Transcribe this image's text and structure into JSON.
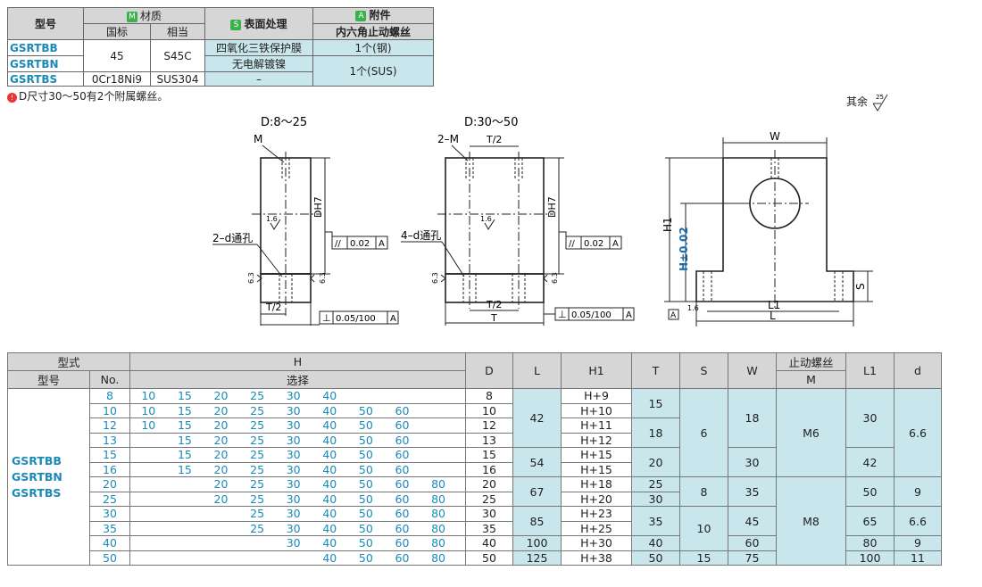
{
  "material_table": {
    "col_model": "型号",
    "material_badge": "M",
    "material_title": "材质",
    "std_label": "国标",
    "equiv_label": "相当",
    "surface_badge": "S",
    "surface_title": "表面处理",
    "accessory_badge": "A",
    "accessory_title": "附件",
    "accessory_sub": "内六角止动螺丝",
    "rows": [
      {
        "code": "GSRTBB",
        "surface": "四氧化三铁保护膜",
        "accessory": "1个(钢)"
      },
      {
        "code": "GSRTBN",
        "surface": "无电解镀镍",
        "accessory": "1个(SUS)"
      },
      {
        "code": "GSRTBS",
        "surface": "–",
        "std": "0Cr18Ni9",
        "equiv": "SUS304"
      }
    ],
    "shared_std": "45",
    "shared_equiv": "S45C"
  },
  "note": {
    "icon": "!",
    "text": "D尺寸30～50有2个附属螺丝。"
  },
  "surface_rest": {
    "label": "其余",
    "value": "25"
  },
  "drawing": {
    "view1_title": "D:8～25",
    "view2_title": "D:30～50",
    "m_label": "M",
    "m2_label": "2–M",
    "t2_label": "T/2",
    "t_label": "T",
    "dh7": "DH7",
    "hole2": "2–d通孔",
    "hole4": "4–d通孔",
    "rough16": "1.6",
    "rough63": "6.3",
    "tol_parallel": "0.02",
    "tol_perp": "0.05/100",
    "datum": "A",
    "w_label": "W",
    "h1_label": "H1",
    "h_label": "H±0.02",
    "s_label": "S",
    "l1_label": "L1",
    "l_label": "L"
  },
  "spec_table": {
    "header": {
      "type": "型式",
      "model": "型号",
      "no": "No.",
      "h": "H",
      "h_sub": "选择",
      "d": "D",
      "l": "L",
      "h1": "H1",
      "t": "T",
      "s": "S",
      "w": "W",
      "screw": "止动螺丝",
      "screw_m": "M",
      "l1": "L1",
      "dd": "d"
    },
    "models": [
      "GSRTBB",
      "GSRTBN",
      "GSRTBS"
    ],
    "rows": [
      {
        "no": "8",
        "h": [
          "10",
          "15",
          "20",
          "25",
          "30",
          "40",
          "",
          "",
          ""
        ],
        "d": "8",
        "h1": "H+9"
      },
      {
        "no": "10",
        "h": [
          "10",
          "15",
          "20",
          "25",
          "30",
          "40",
          "50",
          "60",
          ""
        ],
        "d": "10",
        "h1": "H+10"
      },
      {
        "no": "12",
        "h": [
          "10",
          "15",
          "20",
          "25",
          "30",
          "40",
          "50",
          "60",
          ""
        ],
        "d": "12",
        "h1": "H+11"
      },
      {
        "no": "13",
        "h": [
          "",
          "15",
          "20",
          "25",
          "30",
          "40",
          "50",
          "60",
          ""
        ],
        "d": "13",
        "h1": "H+12"
      },
      {
        "no": "15",
        "h": [
          "",
          "15",
          "20",
          "25",
          "30",
          "40",
          "50",
          "60",
          ""
        ],
        "d": "15",
        "h1": "H+15"
      },
      {
        "no": "16",
        "h": [
          "",
          "15",
          "20",
          "25",
          "30",
          "40",
          "50",
          "60",
          ""
        ],
        "d": "16",
        "h1": "H+15"
      },
      {
        "no": "20",
        "h": [
          "",
          "",
          "20",
          "25",
          "30",
          "40",
          "50",
          "60",
          "80"
        ],
        "d": "20",
        "h1": "H+18"
      },
      {
        "no": "25",
        "h": [
          "",
          "",
          "20",
          "25",
          "30",
          "40",
          "50",
          "60",
          "80"
        ],
        "d": "25",
        "h1": "H+20"
      },
      {
        "no": "30",
        "h": [
          "",
          "",
          "",
          "25",
          "30",
          "40",
          "50",
          "60",
          "80"
        ],
        "d": "30",
        "h1": "H+23"
      },
      {
        "no": "35",
        "h": [
          "",
          "",
          "",
          "25",
          "30",
          "40",
          "50",
          "60",
          "80"
        ],
        "d": "35",
        "h1": "H+25"
      },
      {
        "no": "40",
        "h": [
          "",
          "",
          "",
          "",
          "30",
          "40",
          "50",
          "60",
          "80"
        ],
        "d": "40",
        "h1": "H+30"
      },
      {
        "no": "50",
        "h": [
          "",
          "",
          "",
          "",
          "",
          "40",
          "50",
          "60",
          "80"
        ],
        "d": "50",
        "h1": "H+38"
      }
    ],
    "l": [
      "42",
      "54",
      "67",
      "85",
      "100",
      "125"
    ],
    "t": [
      "15",
      "18",
      "20",
      "25",
      "30",
      "35",
      "40",
      "50"
    ],
    "s": [
      "6",
      "8",
      "10",
      "15"
    ],
    "w": [
      "18",
      "30",
      "35",
      "45",
      "60",
      "75"
    ],
    "m": [
      "M6",
      "M8"
    ],
    "l1": [
      "30",
      "42",
      "50",
      "65",
      "80",
      "100"
    ],
    "dd": [
      "6.6",
      "9",
      "6.6",
      "9",
      "11"
    ]
  }
}
